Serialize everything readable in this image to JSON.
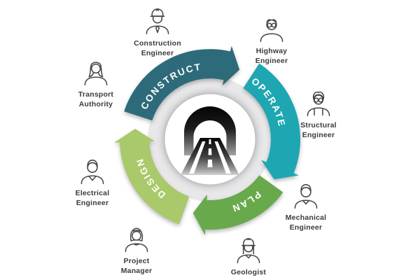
{
  "diagram": {
    "name": "tunnel-lifecycle-diagram",
    "ring": {
      "track_color": "#e8e8eb",
      "segments": [
        {
          "label": "CONSTRUCT",
          "color": "#2e6b7a"
        },
        {
          "label": "OPERATE",
          "color": "#1ea7b2"
        },
        {
          "label": "PLAN",
          "color": "#68aa4b"
        },
        {
          "label": "DESIGN",
          "color": "#a9c96a"
        }
      ]
    },
    "center": {
      "icon": "tunnel-road-icon"
    },
    "roles": [
      {
        "icon": "construction-engineer-icon",
        "line1": "Construction",
        "line2": "Engineer"
      },
      {
        "icon": "highway-engineer-icon",
        "line1": "Highway",
        "line2": "Engineer"
      },
      {
        "icon": "structural-engineer-icon",
        "line1": "Structural",
        "line2": "Engineer"
      },
      {
        "icon": "mechanical-engineer-icon",
        "line1": "Mechanical",
        "line2": "Engineer"
      },
      {
        "icon": "geologist-icon",
        "line1": "Geologist",
        "line2": ""
      },
      {
        "icon": "project-manager-icon",
        "line1": "Project",
        "line2": "Manager"
      },
      {
        "icon": "electrical-engineer-icon",
        "line1": "Electrical",
        "line2": "Engineer"
      },
      {
        "icon": "transport-authority-icon",
        "line1": "Transport",
        "line2": "Authority"
      }
    ]
  }
}
